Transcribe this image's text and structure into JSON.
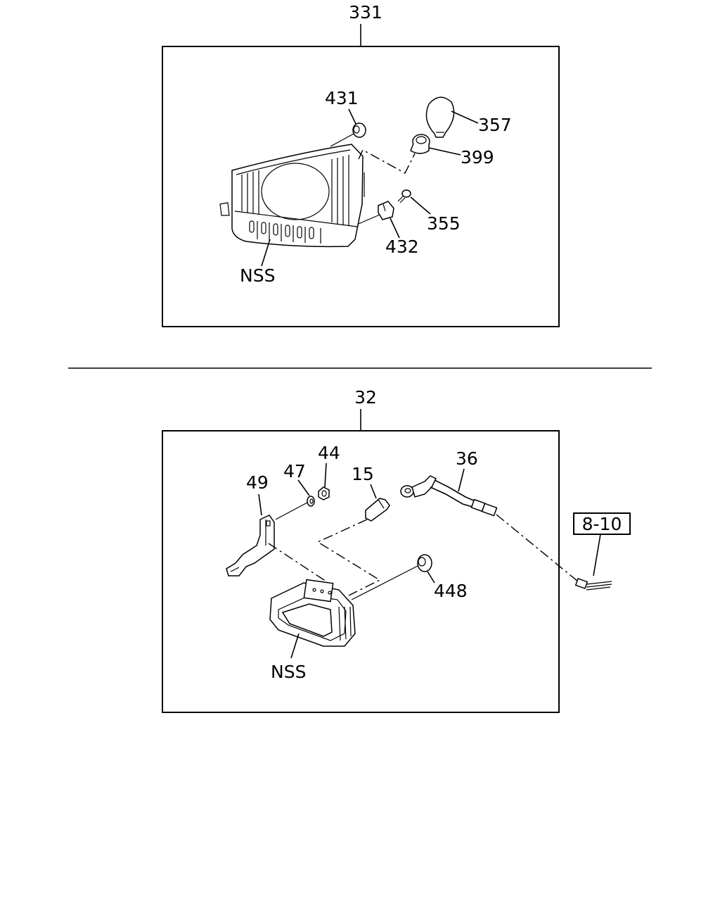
{
  "diagram": {
    "top_group_label": "331",
    "bottom_group_label": "32",
    "top_callouts": {
      "bulb": "357",
      "socket": "399",
      "screw": "355",
      "clip_upper": "431",
      "clip_lower": "432",
      "lamp": "NSS"
    },
    "bottom_callouts": {
      "bracket": "49",
      "washer": "47",
      "nut": "44",
      "bulb": "15",
      "harness": "36",
      "grommet": "448",
      "lamp": "NSS",
      "reference": "8-10"
    }
  }
}
